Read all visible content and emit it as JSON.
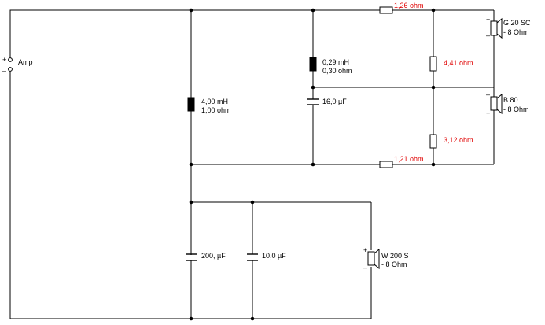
{
  "amp": {
    "label": "Amp",
    "plus": "+",
    "minus": "–"
  },
  "components": {
    "l1": {
      "value": "4,00 mH",
      "resistance": "1,00 ohm"
    },
    "l2": {
      "value": "0,29 mH",
      "resistance": "0,30 ohm"
    },
    "c1": {
      "value": "16,0 µF"
    },
    "c2": {
      "value": "200, µF"
    },
    "c3": {
      "value": "10,0 µF"
    },
    "r_top": {
      "value": "1,26 ohm"
    },
    "r_mid_top": {
      "value": "4,41 ohm"
    },
    "r_mid_bot": {
      "value": "3,12 ohm"
    },
    "r_bot": {
      "value": "1,21 ohm"
    }
  },
  "speakers": {
    "tweeter": {
      "name": "G 20 SC",
      "impedance": "- 8 Ohm",
      "plus": "+",
      "minus": "–"
    },
    "mid": {
      "name": "B 80",
      "impedance": "- 8 Ohm",
      "plus": "–",
      "minus": "+"
    },
    "woofer": {
      "name": "W 200 S",
      "impedance": "- 8 Ohm",
      "plus": "+",
      "minus": "–"
    }
  },
  "colors": {
    "wire": "#000000",
    "resistor_label": "#e00000",
    "background": "#ffffff"
  }
}
